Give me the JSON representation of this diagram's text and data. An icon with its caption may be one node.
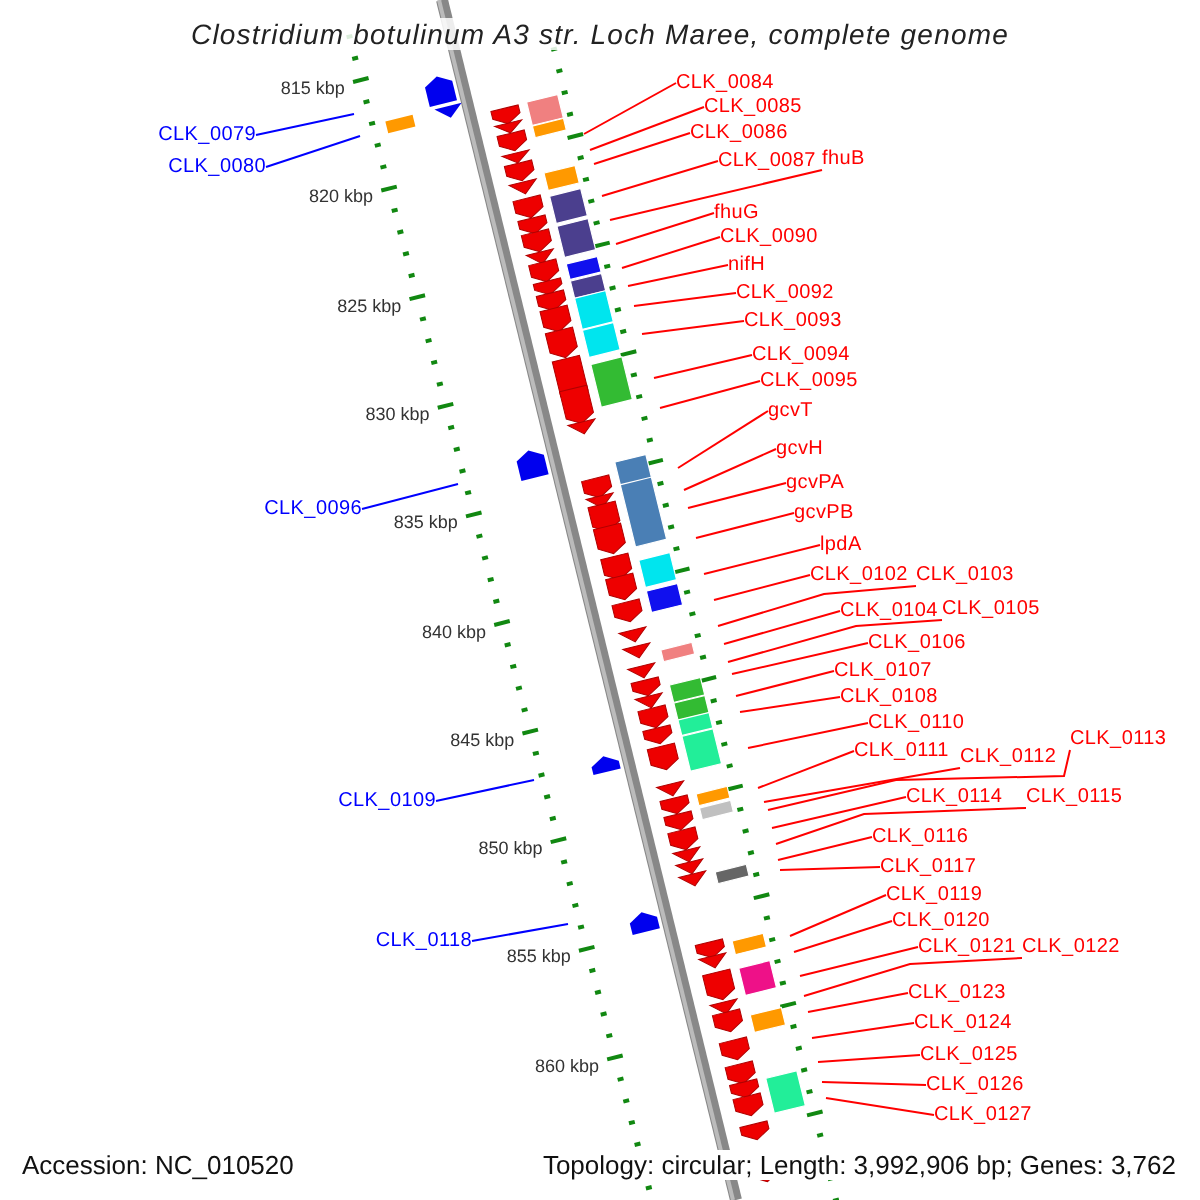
{
  "diagram": {
    "title": "Clostridium botulinum A3 str. Loch Maree, complete genome",
    "nodes": [
      {
        "text": [
          "CLK_0084"
        ]
      },
      {
        "text": [
          "CLK_0085"
        ]
      },
      {
        "text": [
          "CLK_0086"
        ]
      },
      {
        "text": [
          "CLK_0079"
        ]
      },
      {
        "text": [
          "CLK_0087"
        ]
      },
      {
        "text": [
          "fhuB"
        ]
      },
      {
        "text": [
          "CLK_0080"
        ]
      },
      {
        "text": [
          "fhuG"
        ]
      },
      {
        "text": [
          "CLK_0090"
        ]
      },
      {
        "text": [
          "nifH"
        ]
      },
      {
        "text": [
          "CLK_0092"
        ]
      },
      {
        "text": [
          "CLK_0093"
        ]
      },
      {
        "text": [
          "CLK_0094"
        ]
      },
      {
        "text": [
          "CLK_0095"
        ]
      },
      {
        "text": [
          "gcvT"
        ]
      },
      {
        "text": [
          "gcvH"
        ]
      },
      {
        "text": [
          "gcvPA"
        ]
      },
      {
        "text": [
          "CLK_0096"
        ]
      },
      {
        "text": [
          "gcvPB"
        ]
      },
      {
        "text": [
          "lpdA"
        ]
      },
      {
        "text": [
          "CLK_0102"
        ]
      },
      {
        "text": [
          "CLK_0103"
        ]
      },
      {
        "text": [
          "CLK_0104"
        ]
      },
      {
        "text": [
          "CLK_0105"
        ]
      },
      {
        "text": [
          "CLK_0106"
        ]
      },
      {
        "text": [
          "CLK_0107"
        ]
      },
      {
        "text": [
          "CLK_0108"
        ]
      },
      {
        "text": [
          "CLK_0110"
        ]
      },
      {
        "text": [
          "CLK_0113"
        ]
      },
      {
        "text": [
          "CLK_0111"
        ]
      },
      {
        "text": [
          "CLK_0112"
        ]
      },
      {
        "text": [
          "CLK_0115"
        ]
      },
      {
        "text": [
          "CLK_0114"
        ]
      },
      {
        "text": [
          "CLK_0109"
        ]
      },
      {
        "text": [
          "CLK_0116"
        ]
      },
      {
        "text": [
          "CLK_0117"
        ]
      },
      {
        "text": [
          "CLK_0119"
        ]
      },
      {
        "text": [
          "CLK_0120"
        ]
      },
      {
        "text": [
          "CLK_0121"
        ]
      },
      {
        "text": [
          "CLK_0122"
        ]
      },
      {
        "text": [
          "CLK_0118"
        ]
      },
      {
        "text": [
          "CLK_0123"
        ]
      },
      {
        "text": [
          "CLK_0124"
        ]
      },
      {
        "text": [
          "CLK_0125"
        ]
      },
      {
        "text": [
          "CLK_0126"
        ]
      },
      {
        "text": [
          "CLK_0127"
        ]
      }
    ],
    "edges": [
      {
        "from": 0,
        "to": null,
        "arrow": "none"
      },
      {
        "from": 1,
        "to": null,
        "arrow": "none"
      },
      {
        "from": 2,
        "to": null,
        "arrow": "none"
      },
      {
        "from": 3,
        "to": null,
        "arrow": "none",
        "color": "#0000ff"
      },
      {
        "from": 4,
        "to": null,
        "arrow": "none"
      },
      {
        "from": 5,
        "to": null,
        "arrow": "none"
      },
      {
        "from": 6,
        "to": null,
        "arrow": "none",
        "color": "#0000ff"
      },
      {
        "from": 7,
        "to": null,
        "arrow": "none"
      },
      {
        "from": 8,
        "to": null,
        "arrow": "none"
      },
      {
        "from": 9,
        "to": null,
        "arrow": "none"
      },
      {
        "from": 10,
        "to": null,
        "arrow": "none"
      },
      {
        "from": 11,
        "to": null,
        "arrow": "none"
      },
      {
        "from": 12,
        "to": null,
        "arrow": "none"
      },
      {
        "from": 13,
        "to": null,
        "arrow": "none"
      },
      {
        "from": 14,
        "to": null,
        "arrow": "none"
      },
      {
        "from": 15,
        "to": null,
        "arrow": "none"
      },
      {
        "from": 16,
        "to": null,
        "arrow": "none"
      },
      {
        "from": 17,
        "to": null,
        "arrow": "none",
        "color": "#0000ff"
      },
      {
        "from": 18,
        "to": null,
        "arrow": "none"
      },
      {
        "from": 19,
        "to": null,
        "arrow": "none"
      },
      {
        "from": 20,
        "to": null,
        "arrow": "none"
      },
      {
        "from": 21,
        "to": null,
        "arrow": "none"
      },
      {
        "from": 22,
        "to": null,
        "arrow": "none"
      },
      {
        "from": 23,
        "to": null,
        "arrow": "none"
      },
      {
        "from": 24,
        "to": null,
        "arrow": "none"
      },
      {
        "from": 25,
        "to": null,
        "arrow": "none"
      },
      {
        "from": 26,
        "to": null,
        "arrow": "none"
      },
      {
        "from": 27,
        "to": null,
        "arrow": "none"
      },
      {
        "from": 28,
        "to": null,
        "arrow": "none"
      },
      {
        "from": 29,
        "to": null,
        "arrow": "none"
      },
      {
        "from": 30,
        "to": null,
        "arrow": "none"
      },
      {
        "from": 31,
        "to": null,
        "arrow": "none"
      },
      {
        "from": 32,
        "to": null,
        "arrow": "none"
      },
      {
        "from": 33,
        "to": null,
        "arrow": "none",
        "color": "#0000ff"
      },
      {
        "from": 34,
        "to": null,
        "arrow": "none"
      },
      {
        "from": 35,
        "to": null,
        "arrow": "none"
      },
      {
        "from": 36,
        "to": null,
        "arrow": "none"
      },
      {
        "from": 37,
        "to": null,
        "arrow": "none"
      },
      {
        "from": 38,
        "to": null,
        "arrow": "none"
      },
      {
        "from": 39,
        "to": null,
        "arrow": "none"
      },
      {
        "from": 40,
        "to": null,
        "arrow": "none",
        "color": "#0000ff"
      },
      {
        "from": 41,
        "to": null,
        "arrow": "none"
      },
      {
        "from": 42,
        "to": null,
        "arrow": "none"
      },
      {
        "from": 43,
        "to": null,
        "arrow": "none"
      },
      {
        "from": 44,
        "to": null,
        "arrow": "none"
      },
      {
        "from": 45,
        "to": null,
        "arrow": "none"
      }
    ],
    "labels": [
      "815 kbp",
      "820 kbp",
      "825 kbp",
      "830 kbp",
      "835 kbp",
      "840 kbp",
      "845 kbp",
      "850 kbp",
      "855 kbp",
      "860 kbp",
      "Accession: NC_010520",
      "Topology: circular; Length: 3,992,906 bp; Genes: 3,762"
    ]
  }
}
